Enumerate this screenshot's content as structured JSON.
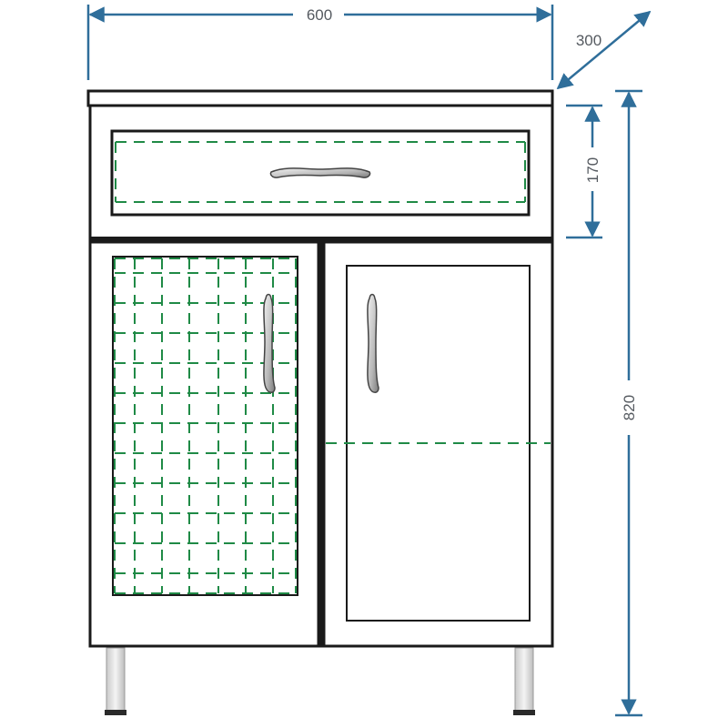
{
  "dimensions": {
    "width": "600",
    "depth": "300",
    "drawer_height": "170",
    "total_height": "820"
  },
  "colors": {
    "dimension_line": "#2f6e9a",
    "dimension_text": "#555a60",
    "hidden_line": "#1f8a46",
    "outline": "#1a1a1a"
  }
}
